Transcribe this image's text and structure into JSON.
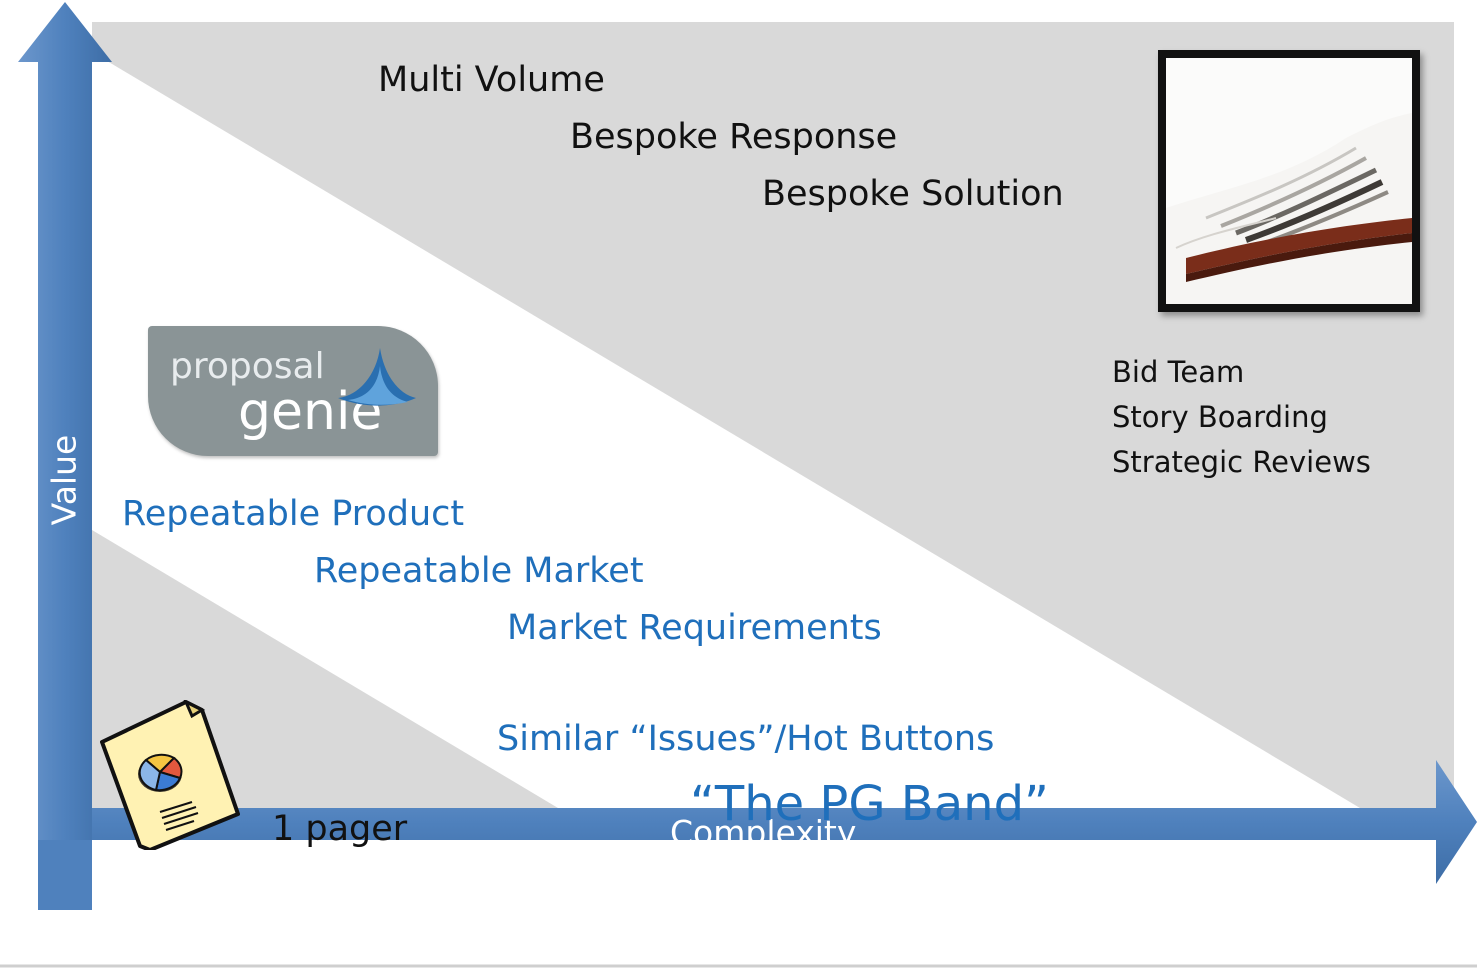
{
  "top_labels": [
    "Multi Volume",
    "Bespoke Response",
    "Bespoke Solution"
  ],
  "bid_labels": [
    "Bid Team",
    "Story Boarding",
    "Strategic Reviews"
  ],
  "repeatable_labels": [
    "Repeatable Product",
    "Repeatable Market",
    "Market Requirements"
  ],
  "hot_buttons_label": "Similar “Issues”/Hot Buttons",
  "band_label": "“The PG Band”",
  "one_pager_label": "1 pager",
  "logo": {
    "line1": "proposal",
    "line2": "genie"
  },
  "axes": {
    "y_label": "Value",
    "x_label": "Complexity"
  },
  "icons": {
    "book": "open-book-icon",
    "document": "pie-chart-document-icon",
    "logo_wave": "wave-icon"
  },
  "colors": {
    "background_gray": "#d9d9d9",
    "band_white": "#ffffff",
    "axis_blue": "#4f81bd",
    "text_blue": "#1f6fbb",
    "text_black": "#111111",
    "logo_gray": "#8a9496",
    "logo_accent": "#2a6fb0"
  }
}
